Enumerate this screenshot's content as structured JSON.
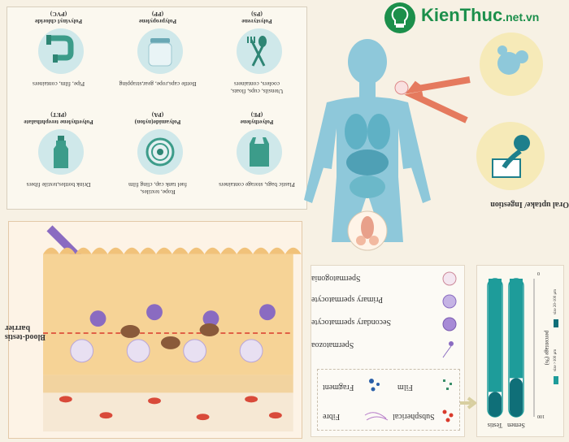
{
  "logo": {
    "text": "KienThuc",
    "suffix": ".net.vn"
  },
  "plastics": [
    {
      "name": "Polyvinyl chloride\n(PVC)",
      "use": "Pipe, film, containers",
      "icon": "pipe-icon"
    },
    {
      "name": "Polypropylene\n(PP)",
      "use": "Bottle caps,rope, gear,strapping",
      "icon": "jar-icon"
    },
    {
      "name": "Polystyrene\n(PS)",
      "use": "Utensils, cups, floats,\ncoolers, containers",
      "icon": "utensils-icon"
    },
    {
      "name": "Polyethylene terephthalate\n(PET)",
      "use": "Drink bottles,textile fibers",
      "icon": "bottle-icon"
    },
    {
      "name": "Polyamide(nylon)\n(PA)",
      "use": "Rope, textiles,\nfuel tank cap, cling film",
      "icon": "rope-icon"
    },
    {
      "name": "Polyethylene\n(PE)",
      "use": "Plastic bags, storage containers",
      "icon": "plastic-bag-icon"
    }
  ],
  "oral_label": "Oral uptake/ Ingestion",
  "barrier_label": "Blood-testis\nbarrier",
  "legend": {
    "items": [
      "Spermatogonia",
      "Primary spermatocyte",
      "Secondary spermatocyte",
      "Spermatozoa"
    ],
    "types": [
      "Fragment",
      "Film",
      "Fibre",
      "Subspherical"
    ]
  },
  "chart_data": {
    "type": "bar",
    "categories": [
      "Semen",
      "Testis"
    ],
    "ylabel": "percentage (%)",
    "ylim": [
      0,
      100
    ],
    "series": [
      {
        "name": "size >100 μm",
        "values": [
          72,
          82
        ]
      },
      {
        "name": "size 20-100 μm",
        "values": [
          28,
          18
        ]
      }
    ],
    "colors": [
      "#1e9c9a",
      "#0f6f78"
    ],
    "tick_top": "0",
    "tick_bottom": "100"
  }
}
